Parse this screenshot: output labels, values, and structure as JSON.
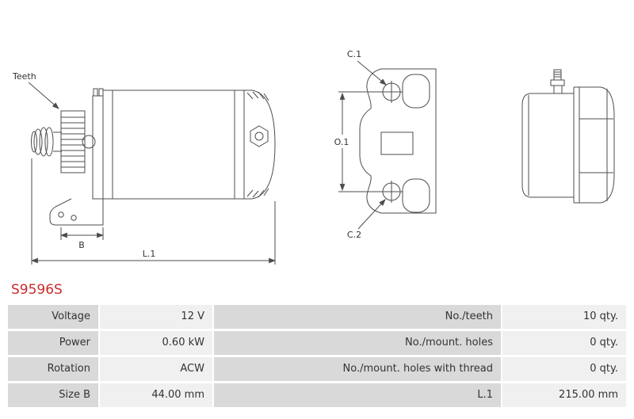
{
  "part_number": "S9596S",
  "colors": {
    "part_number_color": "#cb2a2a",
    "table_label_bg": "#d9d9d9",
    "table_value_bg": "#f0f0f0",
    "line_color": "#4d4d4d"
  },
  "diagram": {
    "side_view": {
      "teeth_label": "Teeth",
      "dim_b": "B",
      "dim_l1": "L.1"
    },
    "flange_view": {
      "c1": "C.1",
      "o1": "O.1",
      "c2": "C.2"
    }
  },
  "table": {
    "rows": [
      {
        "c0": "Voltage",
        "c1": "12 V",
        "c2": "No./teeth",
        "c3": "10 qty."
      },
      {
        "c0": "Power",
        "c1": "0.60 kW",
        "c2": "No./mount. holes",
        "c3": "0 qty."
      },
      {
        "c0": "Rotation",
        "c1": "ACW",
        "c2": "No./mount. holes with thread",
        "c3": "0 qty."
      },
      {
        "c0": "Size B",
        "c1": "44.00 mm",
        "c2": "L.1",
        "c3": "215.00 mm"
      }
    ]
  }
}
